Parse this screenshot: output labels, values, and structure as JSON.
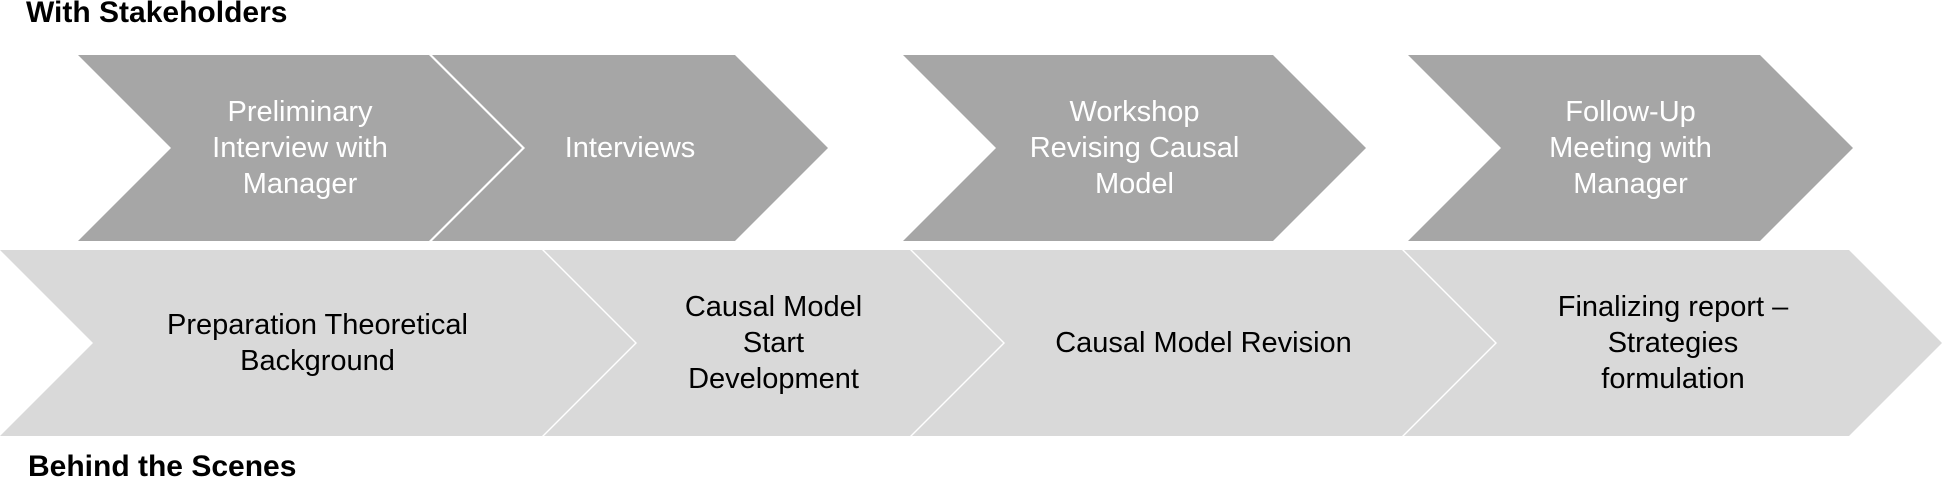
{
  "diagram": {
    "top_row": {
      "label": "With Stakeholders",
      "fill_color": "#a6a6a6",
      "text_color": "#ffffff",
      "steps": [
        "Preliminary Interview with Manager",
        "Interviews",
        "Workshop Revising Causal Model",
        "Follow-Up Meeting with Manager"
      ]
    },
    "bottom_row": {
      "label": "Behind the Scenes",
      "fill_color": "#d9d9d9",
      "text_color": "#000000",
      "steps": [
        "Preparation Theoretical Background",
        "Causal Model Start Development",
        "Causal Model Revision",
        "Finalizing report – Strategies formulation"
      ]
    },
    "label_color": "#000000",
    "background_color": "#ffffff"
  }
}
